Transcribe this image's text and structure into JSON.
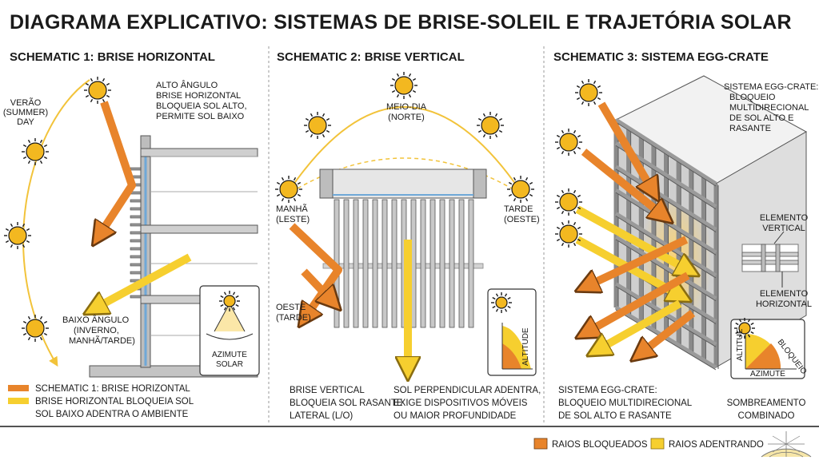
{
  "title": "DIAGRAMA EXPLICATIVO: SISTEMAS DE BRISE-SOLEIL E TRAJETÓRIA SOLAR",
  "colors": {
    "blocked": "#e8842b",
    "entering": "#f6cf2f",
    "sun": "#f3b820",
    "ink": "#1a1a1a",
    "concrete": "#c9c9c9"
  },
  "panel1": {
    "heading": "SCHEMATIC 1: BRISE HORIZONTAL",
    "verao": [
      "VERÃO",
      "(SUMMER)",
      "DAY"
    ],
    "alto": [
      "ALTO ÂNGULO",
      "BRISE HORIZONTAL",
      "BLOQUEIA SOL ALTO,",
      "PERMITE SOL BAIXO"
    ],
    "baixo": [
      "BAIXO ÂNGULO",
      "(INVERNO,",
      "MANHÃ/TARDE)"
    ],
    "azimute": [
      "AZIMUTE",
      "SOLAR"
    ],
    "legend1": "SCHEMATIC 1: BRISE HORIZONTAL",
    "legend2": "BRISE HORIZONTAL BLOQUEIA SOL",
    "legend3": "SOL BAIXO ADENTRA O AMBIENTE"
  },
  "panel2": {
    "heading": "SCHEMATIC 2: BRISE VERTICAL",
    "meio": [
      "MEIO-DIA",
      "(NORTE)"
    ],
    "manha": [
      "MANHÃ",
      "(LESTE)"
    ],
    "tarde": [
      "TARDE",
      "(OESTE)"
    ],
    "oeste": [
      "OESTE",
      "(TARDE)"
    ],
    "altitude": "ALTITUDE",
    "note_left": [
      "BRISE VERTICAL",
      "BLOQUEIA SOL RASANTE",
      "LATERAL (L/O)"
    ],
    "note_right": [
      "SOL PERPENDICULAR ADENTRA,",
      "EXIGE DISPOSITIVOS MÓVEIS",
      "OU MAIOR PROFUNDIDADE"
    ]
  },
  "panel3": {
    "heading": "SCHEMATIC 3: SISTEMA EGG-CRATE",
    "top_note": [
      "SISTEMA EGG-CRATE:",
      "BLOQUEIO",
      "MULTIDIRECIONAL",
      "DE SOL ALTO E",
      "RASANTE"
    ],
    "vertical": [
      "ELEMENTO",
      "VERTICAL"
    ],
    "horizontal": [
      "ELEMENTO",
      "HORIZONTAL"
    ],
    "badge_altitude": "ALTITUE",
    "badge_bloqueio": "BLOQUEIO",
    "badge_azimute": "AZIMUTE",
    "combined": [
      "SOMBREAMENTO",
      "COMBINADO"
    ],
    "bottom_note": [
      "SISTEMA EGG-CRATE:",
      "BLOQUEIO MULTIDIRECIONAL",
      "DE SOL ALTO E RASANTE"
    ]
  },
  "footer": {
    "blocked": "RAIOS BLOQUEADOS",
    "entering": "RAIOS ADENTRANDO"
  }
}
